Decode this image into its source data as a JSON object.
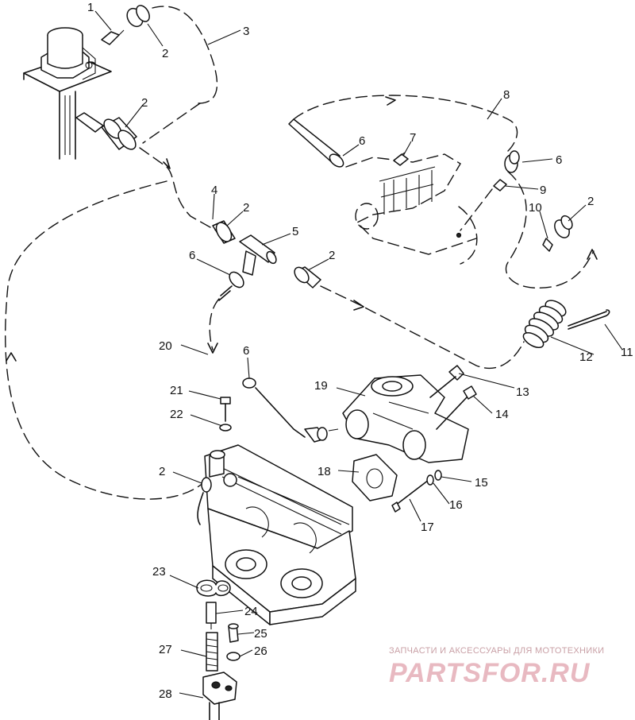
{
  "callouts": [
    "1",
    "2",
    "3",
    "2",
    "8",
    "6",
    "7",
    "6",
    "4",
    "2",
    "9",
    "2",
    "10",
    "5",
    "6",
    "2",
    "11",
    "12",
    "20",
    "6",
    "13",
    "19",
    "21",
    "14",
    "22",
    "2",
    "18",
    "15",
    "16",
    "17",
    "23",
    "24",
    "25",
    "27",
    "26",
    "28"
  ],
  "watermark": {
    "tagline": "ЗАПЧАСТИ И АКСЕССУАРЫ ДЛЯ МОТОТЕХНИКИ",
    "logo": "PARTSFOR.RU"
  }
}
